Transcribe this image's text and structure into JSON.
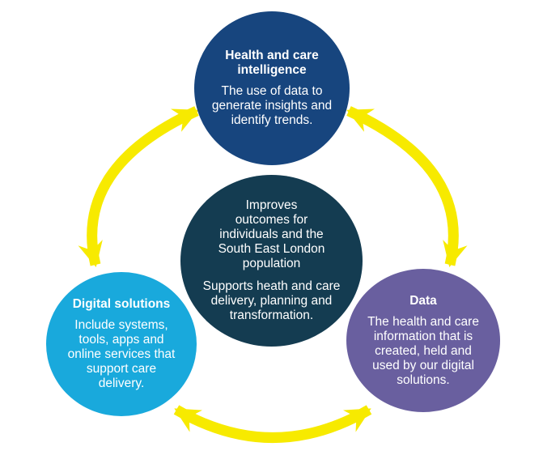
{
  "diagram": {
    "background_color": "#ffffff",
    "text_color": "#ffffff",
    "arrow_color": "#f7ea00",
    "circles": {
      "top": {
        "color": "#17457e",
        "title_lines": [
          "Health and care",
          "intelligence"
        ],
        "body_lines": [
          "The use of data to",
          "generate insights and",
          "identify trends."
        ]
      },
      "center": {
        "color": "#143c51",
        "p1_lines": [
          "Improves",
          "outcomes for",
          "individuals and the",
          "South East London",
          "population"
        ],
        "p2_lines": [
          "Supports heath and care",
          "delivery, planning and",
          "transformation."
        ]
      },
      "left": {
        "color": "#19a9dc",
        "title_lines": [
          "Digital solutions"
        ],
        "body_lines": [
          "Include systems,",
          "tools, apps and",
          "online services that",
          "support care",
          "delivery."
        ]
      },
      "right": {
        "color": "#695f9f",
        "title_lines": [
          "Data"
        ],
        "body_lines": [
          "The health and care",
          "information that is",
          "created, held and",
          "used by our digital",
          "solutions."
        ]
      }
    }
  }
}
